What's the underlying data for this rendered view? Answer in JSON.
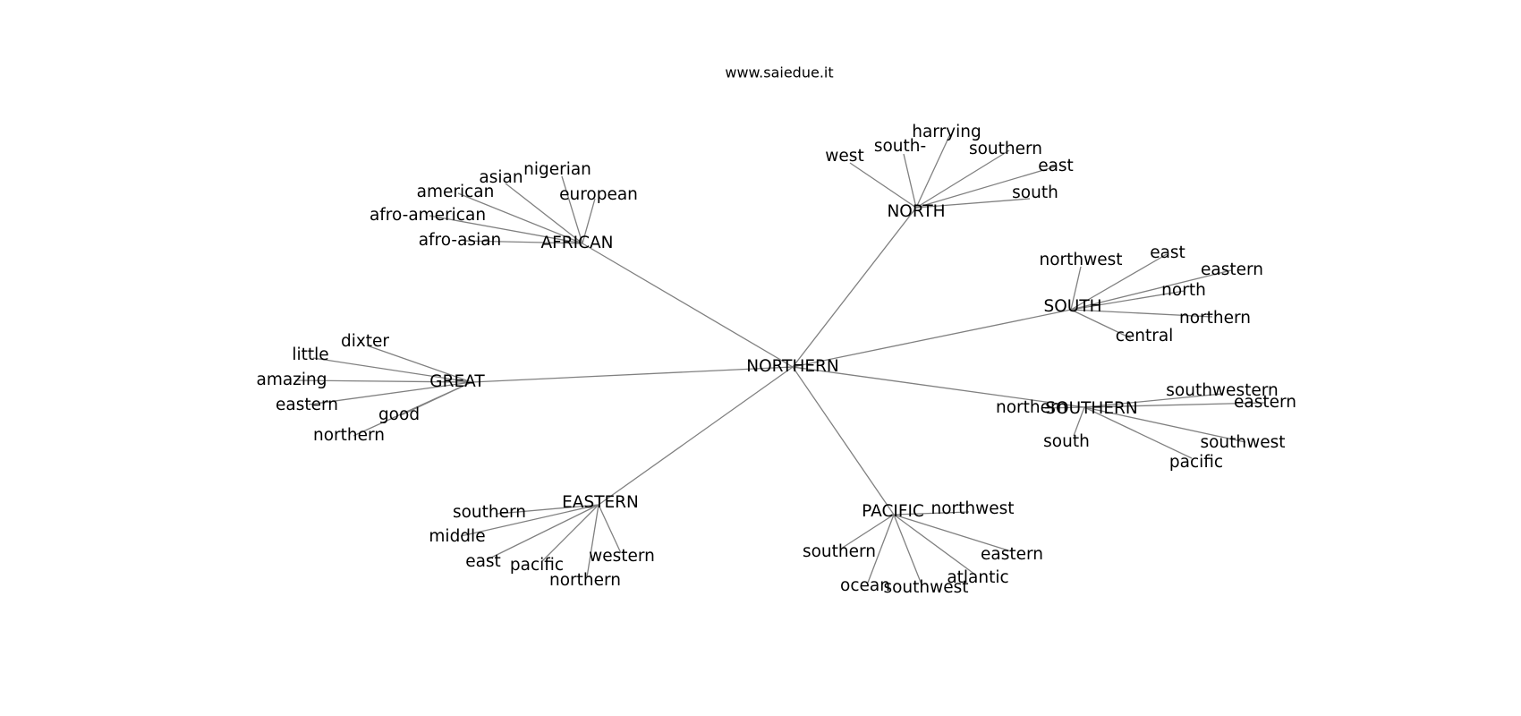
{
  "site": "www.saiedue.it",
  "center": "NORTHERN",
  "groups": [
    {
      "label": "NORTH",
      "leaves": [
        "west",
        "south-",
        "harrying",
        "southern",
        "east",
        "south"
      ]
    },
    {
      "label": "AFRICAN",
      "leaves": [
        "nigerian",
        "asian",
        "american",
        "afro-american",
        "afro-asian",
        "european"
      ]
    },
    {
      "label": "SOUTH",
      "leaves": [
        "northwest",
        "east",
        "eastern",
        "north",
        "northern",
        "central"
      ]
    },
    {
      "label": "GREAT",
      "leaves": [
        "dixter",
        "little",
        "amazing",
        "eastern",
        "good",
        "northern"
      ]
    },
    {
      "label": "SOUTHERN",
      "leaves": [
        "northern",
        "southwestern",
        "eastern",
        "south",
        "southwest",
        "pacific"
      ]
    },
    {
      "label": "EASTERN",
      "leaves": [
        "southern",
        "middle",
        "east",
        "pacific",
        "northern",
        "western"
      ]
    },
    {
      "label": "PACIFIC",
      "leaves": [
        "northwest",
        "southern",
        "eastern",
        "ocean",
        "southwest",
        "atlantic"
      ]
    }
  ]
}
